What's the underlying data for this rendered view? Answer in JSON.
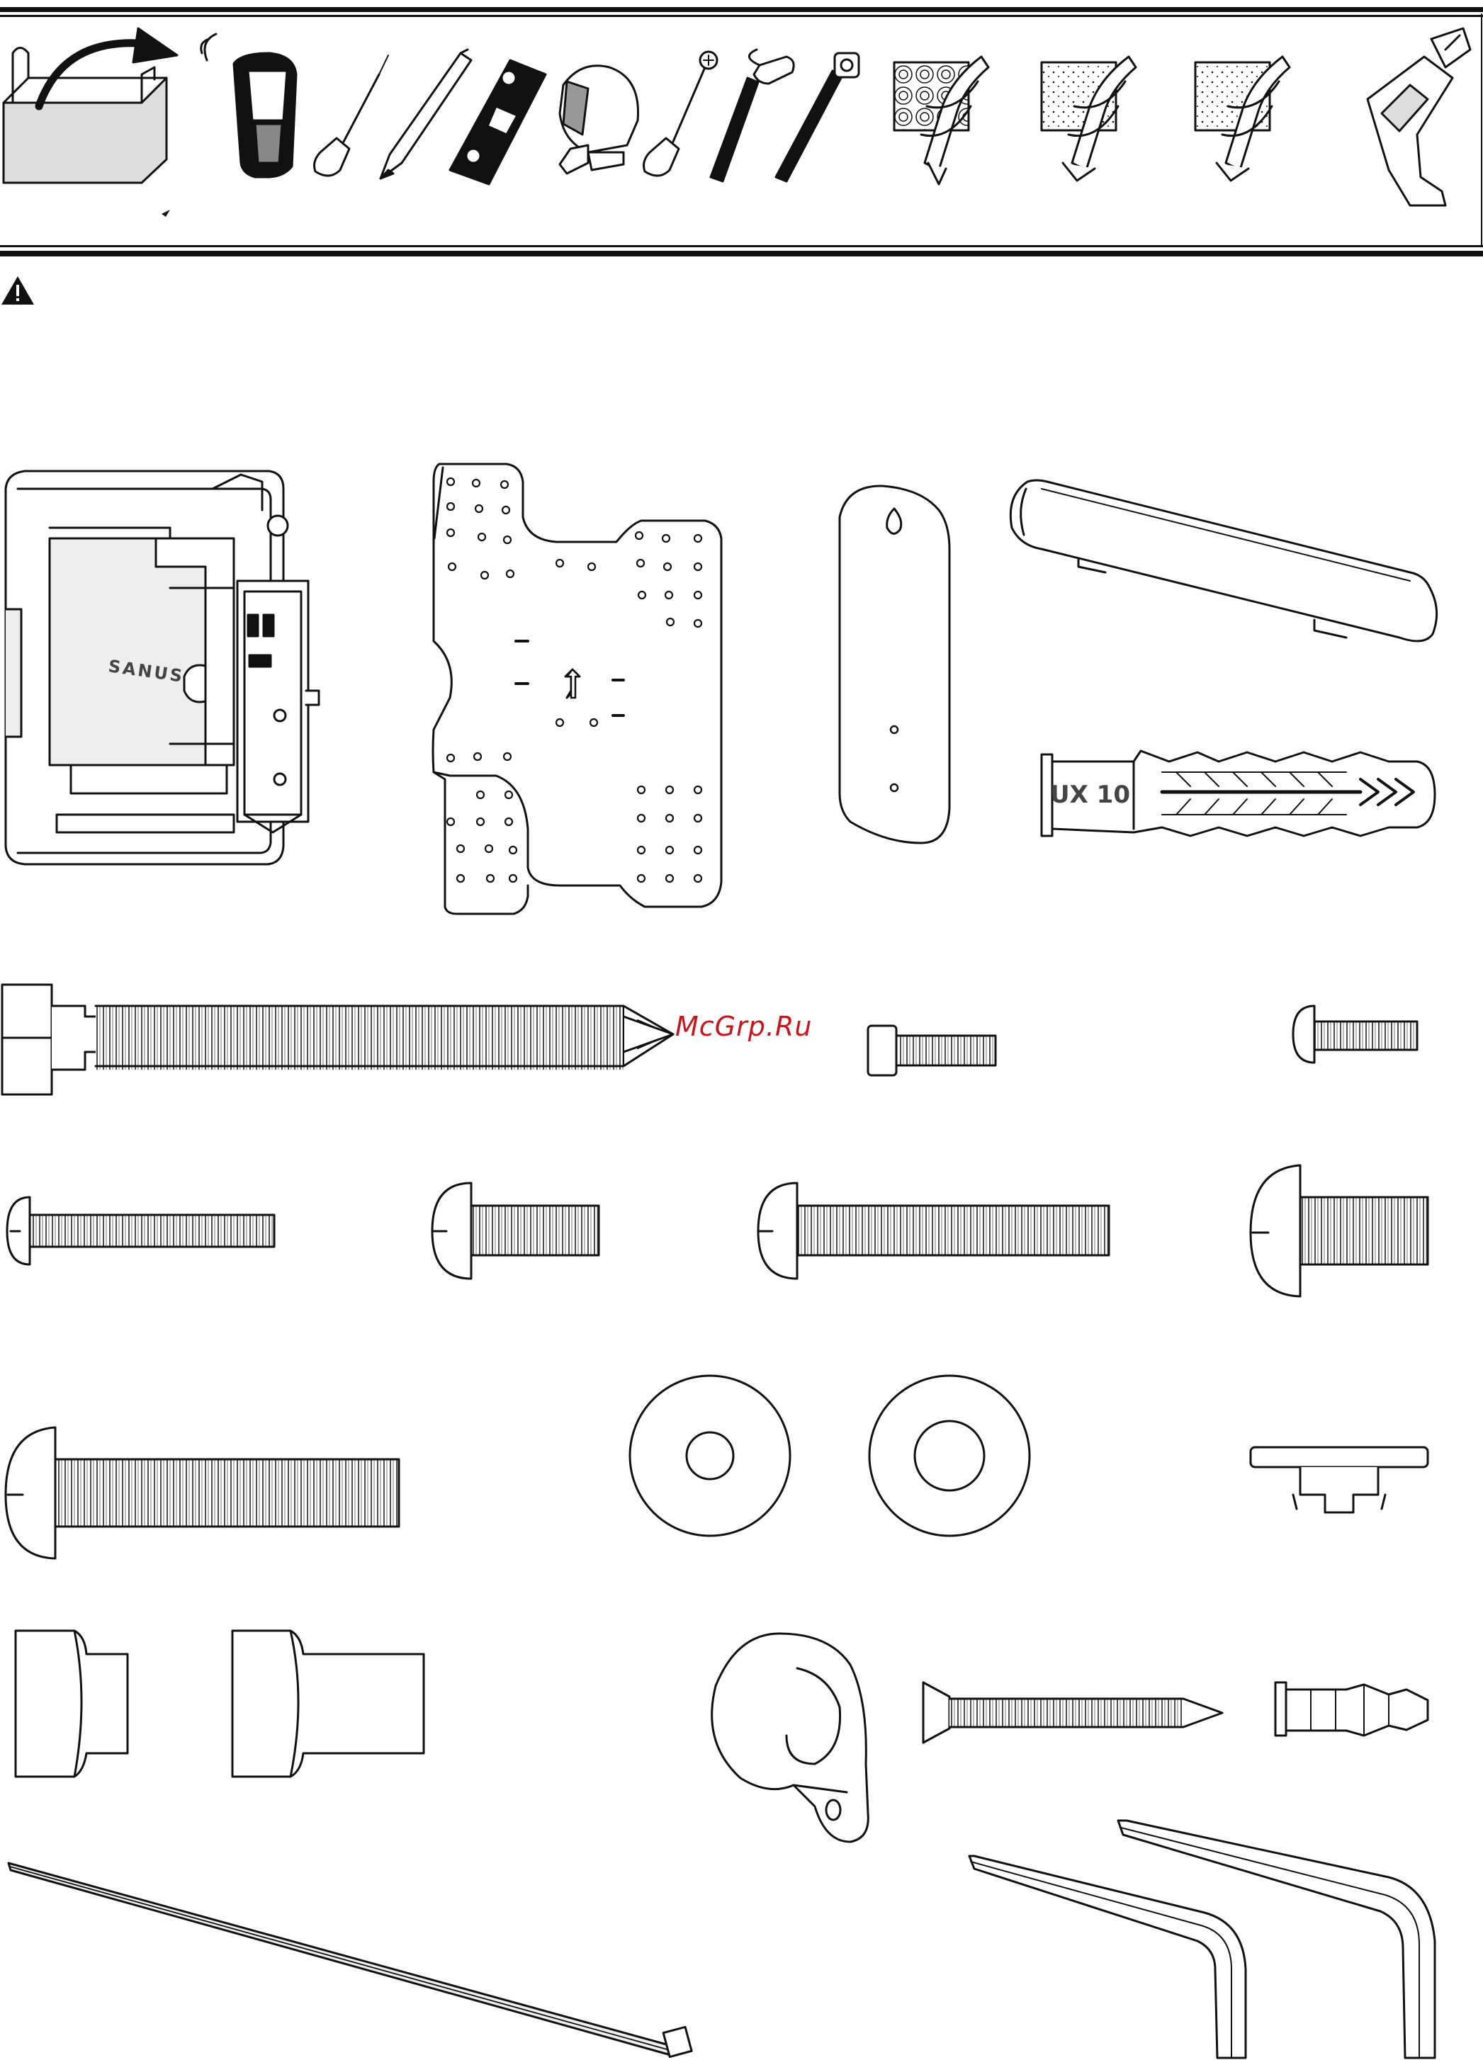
{
  "header": {
    "tools_label": "tools-required-icons",
    "tools": [
      "toolbox-icon",
      "stud-finder-icon",
      "awl-icon",
      "pencil-icon",
      "level-icon",
      "tape-measure-icon",
      "phillips-screwdriver-icon",
      "hammer-icon",
      "socket-wrench-icon",
      "wood-drill-bit-icon",
      "brick-drill-bit-icon",
      "concrete-drill-bit-icon",
      "power-drill-icon"
    ]
  },
  "warning": {
    "icon": "warning-icon"
  },
  "plate_text": {
    "brand": "SANUS",
    "anchor_label": "UX 10"
  },
  "watermark": {
    "text": "McGrp.Ru"
  },
  "colors": {
    "ink": "#111111",
    "watermark": "#c4161c",
    "fill_light": "#eeeeee",
    "fill_mid": "#d8d8d8"
  }
}
